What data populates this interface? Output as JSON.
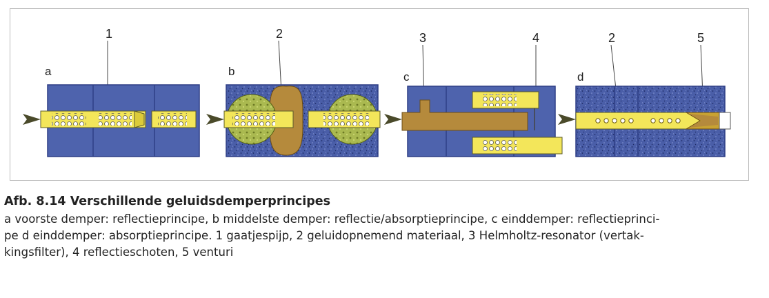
{
  "figure": {
    "callouts": [
      "1",
      "2",
      "3",
      "4",
      "2",
      "5"
    ],
    "panel_letters": [
      "a",
      "b",
      "c",
      "d"
    ],
    "colors": {
      "blue": "#4e63ad",
      "blue_dark": "#2e3f86",
      "pipe_yellow": "#f3e65a",
      "bronze": "#b58a3c",
      "green": "#a8b84e",
      "arrow": "#4a4a2a"
    }
  },
  "caption": {
    "title": "Afb. 8.14  Verschillende geluidsdemperprincipes",
    "lines": [
      "a voorste demper: reflectieprincipe, b middelste demper: reflectie/absorptieprincipe, c einddemper: reflectieprinci-",
      "pe d einddemper: absorptieprincipe. 1 gaatjespijp, 2 geluidopnemend materiaal, 3 Helmholtz-resonator (vertak-",
      "kingsfilter), 4 reflectieschoten, 5 venturi"
    ]
  }
}
